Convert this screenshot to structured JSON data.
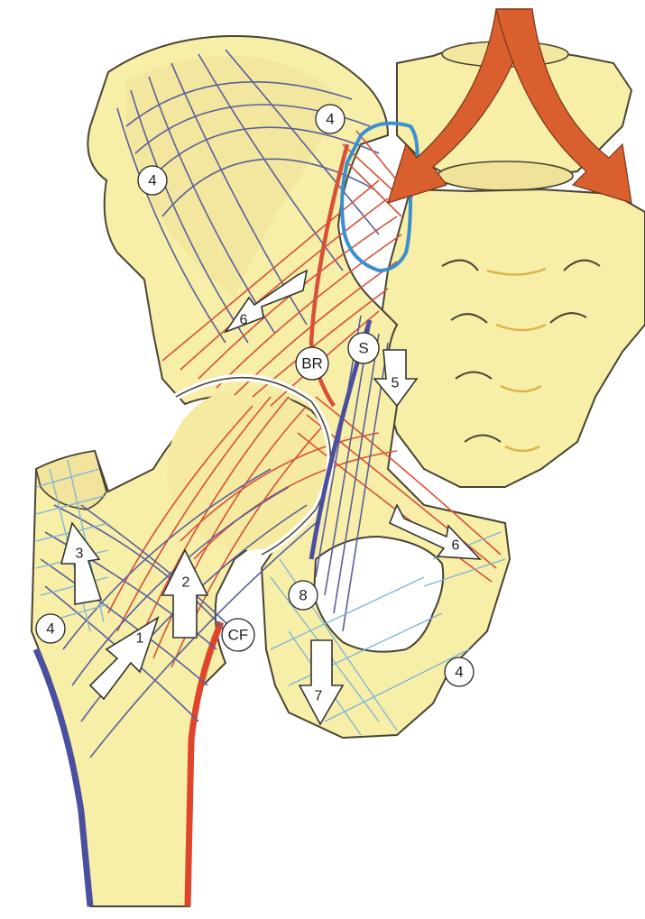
{
  "colors": {
    "bone": "#f7eea8",
    "bone_shadow": "#e9d98a",
    "bone_outline": "#4a4434",
    "trabecula_blue": "#5a5f9a",
    "trabecula_light_blue": "#7cb4d8",
    "trabecula_red": "#d8503a",
    "force_arrow": "#d9602e",
    "sacroiliac_outline": "#3a8fd0",
    "foramen_white": "#ffffff"
  },
  "labels": {
    "ilium_left": "4",
    "ilium_top": "4",
    "femur_left": "4",
    "ischium_right": "4",
    "br": "BR",
    "s": "S",
    "cf": "CF",
    "pubis_8": "8"
  },
  "arrows": {
    "a1": "1",
    "a2": "2",
    "a3": "3",
    "a5": "5",
    "a6_upper": "6",
    "a6_lower": "6",
    "a7": "7"
  }
}
